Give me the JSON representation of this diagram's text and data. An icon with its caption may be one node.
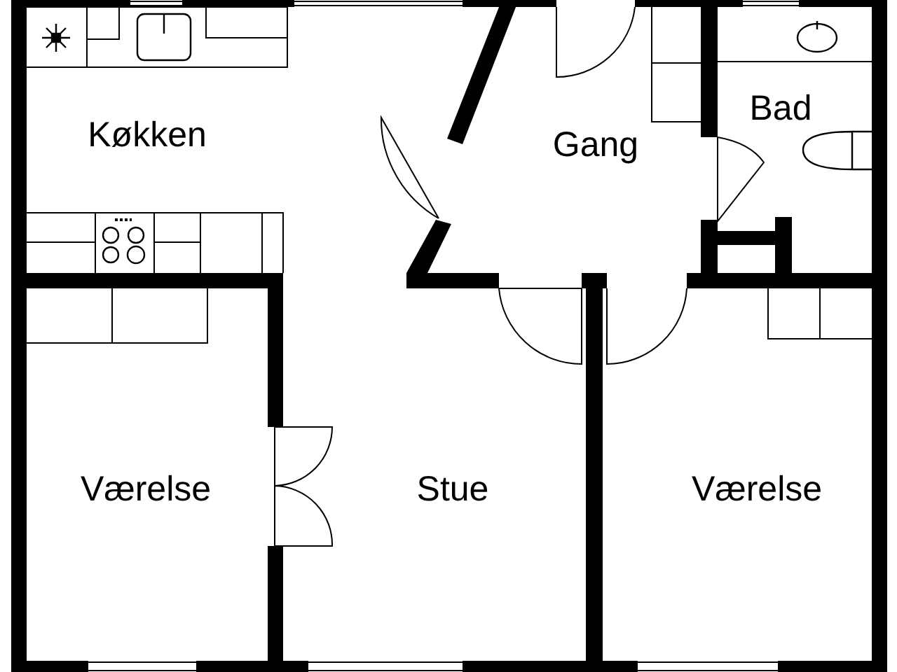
{
  "diagram": {
    "labels": [
      "Køkken",
      "Gang",
      "Bad",
      "Værelse",
      "Stue",
      "Værelse"
    ]
  }
}
